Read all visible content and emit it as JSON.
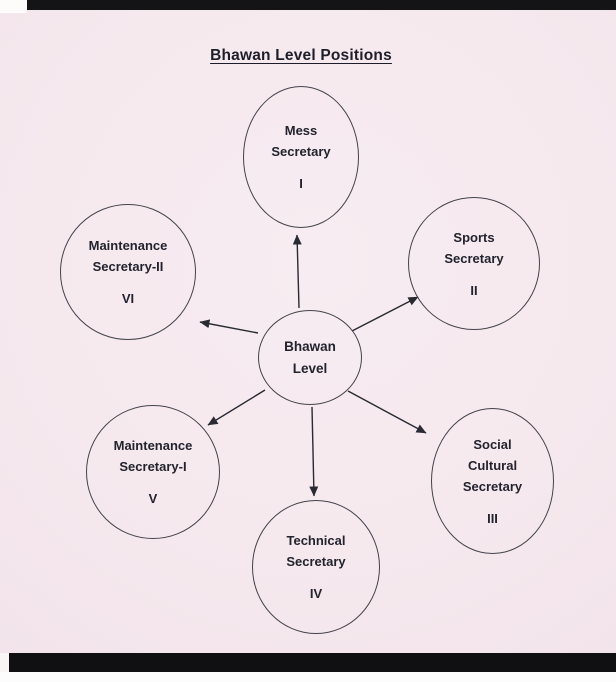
{
  "title": "Bhawan Level Positions",
  "center_node": {
    "lines": [
      "Bhawan",
      "Level"
    ]
  },
  "nodes": [
    {
      "lines": [
        "Mess",
        "Secretary"
      ],
      "numeral": "I"
    },
    {
      "lines": [
        "Sports",
        "Secretary"
      ],
      "numeral": "II"
    },
    {
      "lines": [
        "Social",
        "Cultural",
        "Secretary"
      ],
      "numeral": "III"
    },
    {
      "lines": [
        "Technical",
        "Secretary"
      ],
      "numeral": "IV"
    },
    {
      "lines": [
        "Maintenance",
        "Secretary-I"
      ],
      "numeral": "V"
    },
    {
      "lines": [
        "Maintenance",
        "Secretary-II"
      ],
      "numeral": "VI"
    }
  ],
  "colors": {
    "paper": "#f5e9ee",
    "ink": "#23232f",
    "ellipse_stroke": "#43434b",
    "arrow": "#2a2a33",
    "scan_bar": "#141416"
  }
}
